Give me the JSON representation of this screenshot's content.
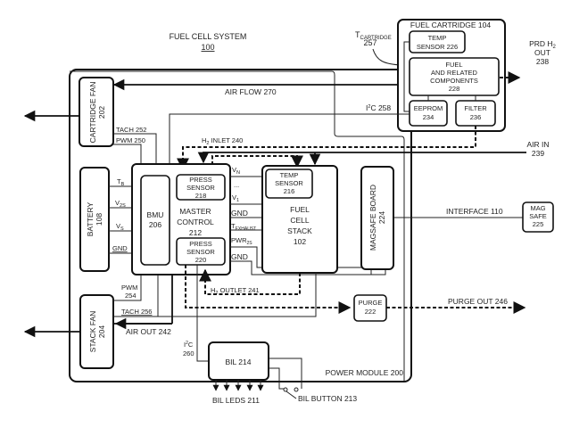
{
  "title": {
    "name": "FUEL CELL SYSTEM",
    "ref": "100"
  },
  "blocks": {
    "fuel_cartridge": {
      "label": "FUEL CARTRIDGE 104"
    },
    "temp_sensor_226": {
      "line1": "TEMP",
      "line2": "SENSOR 226"
    },
    "fuel_components": {
      "line1": "FUEL",
      "line2": "AND RELATED",
      "line3": "COMPONENTS",
      "line4": "228"
    },
    "eeprom": {
      "line1": "EEPROM",
      "line2": "234"
    },
    "filter": {
      "line1": "FILTER",
      "line2": "236"
    },
    "cartridge_fan": {
      "line1": "CARTRIDGE FAN",
      "line2": "202"
    },
    "battery": {
      "line1": "BATTERY",
      "line2": "108"
    },
    "bmu": {
      "line1": "BMU",
      "line2": "206"
    },
    "master_control": {
      "line1": "MASTER",
      "line2": "CONTROL",
      "line3": "212"
    },
    "press_sensor_218": {
      "line1": "PRESS",
      "line2": "SENSOR",
      "line3": "218"
    },
    "press_sensor_220": {
      "line1": "PRESS",
      "line2": "SENSOR",
      "line3": "220"
    },
    "temp_sensor_216": {
      "line1": "TEMP",
      "line2": "SENSOR",
      "line3": "216"
    },
    "fuel_cell_stack": {
      "line1": "FUEL",
      "line2": "CELL",
      "line3": "STACK",
      "line4": "102"
    },
    "magsafe_board": {
      "line1": "MAGSAFE BOARD",
      "line2": "224"
    },
    "mag_safe": {
      "line1": "MAG",
      "line2": "SAFE",
      "line3": "225"
    },
    "stack_fan": {
      "line1": "STACK FAN",
      "line2": "204"
    },
    "purge": {
      "line1": "PURGE",
      "line2": "222"
    },
    "bil": {
      "label": "BIL 214"
    },
    "power_module": {
      "label": "POWER MODULE 200"
    }
  },
  "signals": {
    "t_cartridge": {
      "main": "T",
      "sub": "CARTRIDGE",
      "ref": "257"
    },
    "prd_h2_out": {
      "line1a": "PRD H",
      "line1sub": "2",
      "line2": "OUT",
      "line3": "238"
    },
    "air_flow": "AIR FLOW 270",
    "i2c_258": {
      "pre": "I",
      "sup": "2",
      "post": "C 258"
    },
    "tach_252": "TACH 252",
    "pwm_250": "PWM 250",
    "h2_inlet": {
      "pre": "H",
      "sub": "2",
      "post": " INLET 240"
    },
    "air_in": {
      "line1": "AIR IN",
      "line2": "239"
    },
    "tb": {
      "main": "T",
      "sub": "B"
    },
    "v2s": {
      "main": "V",
      "sub": "2S"
    },
    "vs": {
      "main": "V",
      "sub": "S"
    },
    "gnd_batt": "GND",
    "vn": {
      "main": "V",
      "sub": "N"
    },
    "ellipsis": "...",
    "v1": {
      "main": "V",
      "sub": "1"
    },
    "gnd_1": "GND",
    "t_exhaust": {
      "main": "T",
      "sub": "EXHAUST"
    },
    "pwr_2s": {
      "main": "PWR",
      "sub": "2S"
    },
    "gnd_2": "GND",
    "interface": "INTERFACE 110",
    "h2_outlet": {
      "pre": "H",
      "sub": "2",
      "post": " OUTLET 241"
    },
    "pwm_254": {
      "line1": "PWM",
      "line2": "254"
    },
    "tach_256": "TACH 256",
    "air_out": "AIR OUT 242",
    "purge_out": "PURGE OUT 246",
    "i2c_260": {
      "pre": "I",
      "sup": "2",
      "post": "C",
      "ref": "260"
    },
    "bil_leds": "BIL LEDS 211",
    "bil_button": "BIL BUTTON 213"
  }
}
